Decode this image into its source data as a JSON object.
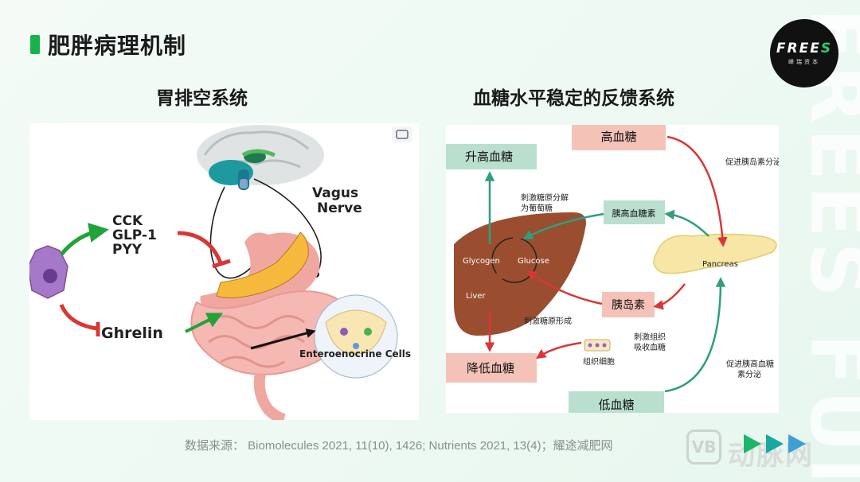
{
  "slide": {
    "title": "肥胖病理机制",
    "watermark": "FREES FUND",
    "source": "数据来源：   Biomolecules 2021, 11(10), 1426; Nutrients 2021, 13(4)；耀途减肥网"
  },
  "logo": {
    "word_main": "FREE",
    "word_accent": "S",
    "sub": "峰瑞资本"
  },
  "left_section": {
    "title": "胃排空系统",
    "labels": {
      "cck": "CCK",
      "glp1": "GLP-1",
      "pyy": "PYY",
      "ghrelin": "Ghrelin",
      "vagus1": "Vagus",
      "vagus2": "Nerve",
      "entero": "Enteroenocrine Cells"
    }
  },
  "right_section": {
    "title": "血糖水平稳定的反馈系统",
    "boxes": {
      "high_glucose": "高血糖",
      "raise_glucose": "升高血糖",
      "glucagon": "胰高血糖素",
      "insulin": "胰岛素",
      "lower_glucose": "降低血糖",
      "low_glucose": "低血糖"
    },
    "notes": {
      "promote_insulin": "促进胰岛素分泌",
      "glycogenolysis_1": "刺激糖原分解",
      "glycogenolysis_2": "为葡萄糖",
      "glycogenesis": "刺激糖原形成",
      "tissue_1": "刺激组织",
      "tissue_2": "吸收血糖",
      "tissue_cells": "组织细胞",
      "promote_glucagon_1": "促进胰高血糖",
      "promote_glucagon_2": "素分泌"
    },
    "organ_labels": {
      "glycogen": "Glycogen",
      "glucose": "Glucose",
      "liver": "Liver",
      "pancreas": "Pancreas"
    }
  },
  "footer_brand": {
    "badge": "VB",
    "name": "动脉网"
  },
  "colors": {
    "accent_green": "#16b34a",
    "box_pink": "#f5c2b8",
    "box_green": "#b9dfcf",
    "arrow_red": "#d93636",
    "arrow_teal": "#2f9e80"
  }
}
